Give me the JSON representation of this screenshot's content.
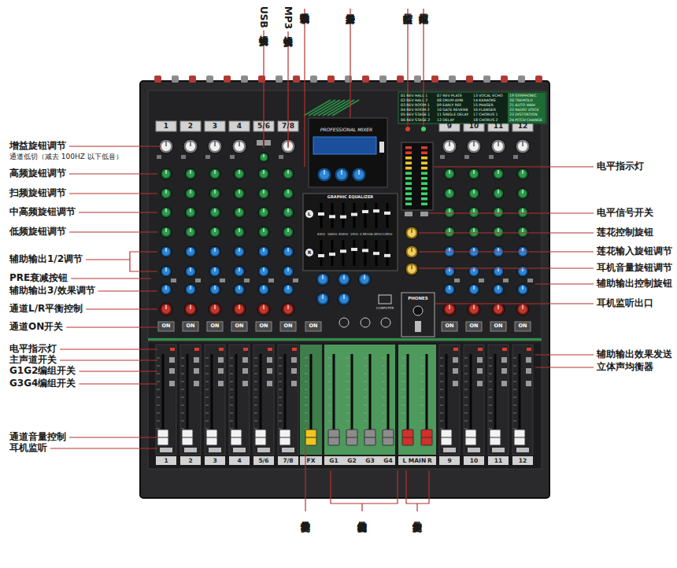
{
  "diagram": {
    "labels": [
      "增益旋钮调节",
      "通道低切（减去 100HZ 以下低音）",
      "高频旋钮调节",
      "扫频旋钮调节",
      "中高频旋钮调节",
      "低频旋钮调节",
      "辅助输出1/2调节",
      "PRE衰减按钮",
      "辅助输出3/效果调节",
      "通道L/R平衡控制",
      "通道ON开关",
      "电平指示灯",
      "主声道开关",
      "G1G2编组开关",
      "G3G4编组开关",
      "通道音量控制",
      "耳机监听",
      "USB切换按钮",
      "MP3切换按钮",
      "数码效果调节",
      "音乐播放器",
      "监听指示灯",
      "电源指示灯",
      "电平指示灯",
      "电平信号开关",
      "莲花控制旋钮",
      "莲花输入旋钮调节",
      "耳机音量旋钮调节",
      "辅助输出控制旋钮",
      "耳机监听出口",
      "辅助输出效果发送",
      "立体声均衡器",
      "效果音量控制",
      "编组音量控制",
      "主音量控制",
      "1",
      "2",
      "3",
      "4",
      "5/6",
      "7/8",
      "9",
      "10",
      "11",
      "12",
      "ON",
      "ON",
      "ON",
      "ON",
      "ON",
      "ON",
      "ON",
      "ON",
      "ON",
      "ON",
      "ON",
      "1",
      "2",
      "3",
      "4",
      "5/6",
      "7/8",
      "FX",
      "G1",
      "G2",
      "G3",
      "G4",
      "L",
      "MAIN",
      "R",
      "9",
      "10",
      "11",
      "12",
      "PROFESSIONAL MIXER",
      "GRAPHIC EQUALIZER",
      "L",
      "R",
      "63Hz",
      "160Hz",
      "400Hz",
      "1KHz",
      "2.5KHz",
      "6.3KHz",
      "12KHz",
      "PHONES",
      "COMPUTER",
      "01 REV HALL 1",
      "02 REV HALL 2",
      "03 REV ROOM 1",
      "04 REV ROOM 2",
      "05 REV STAGE 1",
      "06 REV STAGE 2",
      "07 REV PLATE",
      "08 DRUM AMB",
      "09 EARLY REF",
      "10 GATE REVERB",
      "11 SINGLE DELAY",
      "12 DELAY",
      "13 VOCAL ECHO",
      "14 KARAOKE",
      "15 PHASER",
      "16 FLANGER",
      "17 CHORUS 1",
      "18 CHORUS 2",
      "19 SYMPHONIC",
      "20 TREMOLD",
      "21 AUTO WAH",
      "22 RADIO VOICE",
      "23 DISTORTION",
      "24 PITCH CHANGE"
    ]
  }
}
